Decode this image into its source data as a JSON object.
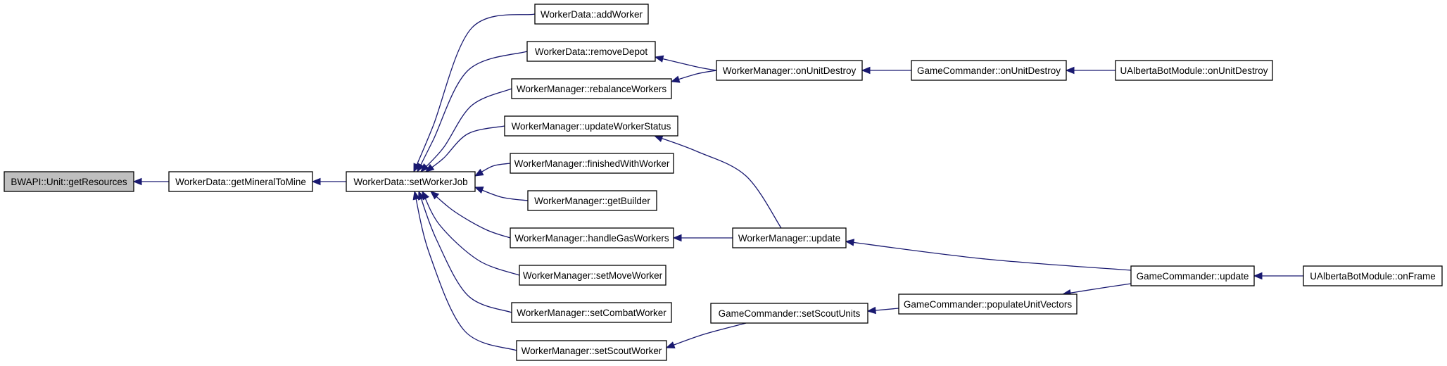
{
  "diagram": {
    "type": "call-graph",
    "nodes": [
      {
        "id": "n0",
        "label": "BWAPI::Unit::getResources",
        "highlighted": true
      },
      {
        "id": "n1",
        "label": "WorkerData::getMineralToMine"
      },
      {
        "id": "n2",
        "label": "WorkerData::setWorkerJob"
      },
      {
        "id": "n3",
        "label": "WorkerData::addWorker"
      },
      {
        "id": "n4",
        "label": "WorkerData::removeDepot"
      },
      {
        "id": "n5",
        "label": "WorkerManager::rebalanceWorkers"
      },
      {
        "id": "n6",
        "label": "WorkerManager::updateWorkerStatus"
      },
      {
        "id": "n7",
        "label": "WorkerManager::finishedWithWorker"
      },
      {
        "id": "n8",
        "label": "WorkerManager::getBuilder"
      },
      {
        "id": "n9",
        "label": "WorkerManager::handleGasWorkers"
      },
      {
        "id": "n10",
        "label": "WorkerManager::setMoveWorker"
      },
      {
        "id": "n11",
        "label": "WorkerManager::setCombatWorker"
      },
      {
        "id": "n12",
        "label": "WorkerManager::setScoutWorker"
      },
      {
        "id": "n13",
        "label": "WorkerManager::onUnitDestroy"
      },
      {
        "id": "n14",
        "label": "GameCommander::onUnitDestroy"
      },
      {
        "id": "n15",
        "label": "UAlbertaBotModule::onUnitDestroy"
      },
      {
        "id": "n16",
        "label": "WorkerManager::update"
      },
      {
        "id": "n17",
        "label": "GameCommander::setScoutUnits"
      },
      {
        "id": "n18",
        "label": "GameCommander::populateUnitVectors"
      },
      {
        "id": "n19",
        "label": "GameCommander::update"
      },
      {
        "id": "n20",
        "label": "UAlbertaBotModule::onFrame"
      }
    ],
    "edges": [
      {
        "from": "n1",
        "to": "n0"
      },
      {
        "from": "n2",
        "to": "n1"
      },
      {
        "from": "n3",
        "to": "n2"
      },
      {
        "from": "n4",
        "to": "n2"
      },
      {
        "from": "n5",
        "to": "n2"
      },
      {
        "from": "n6",
        "to": "n2"
      },
      {
        "from": "n7",
        "to": "n2"
      },
      {
        "from": "n8",
        "to": "n2"
      },
      {
        "from": "n9",
        "to": "n2"
      },
      {
        "from": "n10",
        "to": "n2"
      },
      {
        "from": "n11",
        "to": "n2"
      },
      {
        "from": "n12",
        "to": "n2"
      },
      {
        "from": "n13",
        "to": "n4"
      },
      {
        "from": "n13",
        "to": "n5"
      },
      {
        "from": "n14",
        "to": "n13"
      },
      {
        "from": "n15",
        "to": "n14"
      },
      {
        "from": "n16",
        "to": "n6"
      },
      {
        "from": "n16",
        "to": "n9"
      },
      {
        "from": "n19",
        "to": "n16"
      },
      {
        "from": "n20",
        "to": "n19"
      },
      {
        "from": "n17",
        "to": "n12"
      },
      {
        "from": "n18",
        "to": "n17"
      },
      {
        "from": "n19",
        "to": "n18"
      }
    ],
    "colors": {
      "edge": "#191970",
      "node_border": "#000000",
      "node_fill": "#ffffff",
      "highlight_fill": "#bfbfbf",
      "background": "#ffffff"
    }
  }
}
